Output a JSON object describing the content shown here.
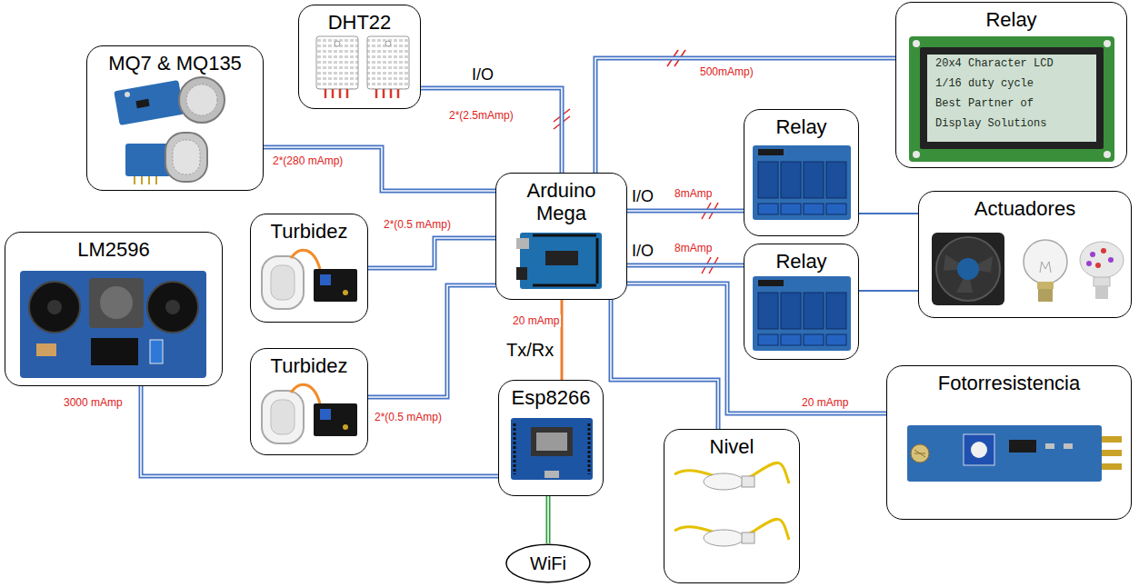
{
  "diagram": {
    "nodes": [
      {
        "text": [
          "MQ7 & MQ135"
        ]
      },
      {
        "text": [
          "DHT22"
        ]
      },
      {
        "text": [
          "Relay"
        ]
      },
      {
        "text": [
          "Relay"
        ]
      },
      {
        "text": [
          "Arduino Mega"
        ]
      },
      {
        "text": [
          "Actuadores"
        ]
      },
      {
        "text": [
          "Turbidez"
        ]
      },
      {
        "text": [
          "LM2596"
        ]
      },
      {
        "text": [
          "Relay"
        ]
      },
      {
        "text": [
          "Turbidez"
        ]
      },
      {
        "text": [
          "Fotorresistencia"
        ]
      },
      {
        "text": [
          "Esp8266"
        ]
      },
      {
        "text": [
          "Nivel"
        ]
      },
      {
        "text": [
          "WiFi"
        ]
      }
    ],
    "edges": [
      {
        "from": 0,
        "to": 4,
        "arrow": "none",
        "label": "2*(280 mAmp)"
      },
      {
        "from": 1,
        "to": 4,
        "arrow": "none",
        "label": "2*(2.5mAmp)"
      },
      {
        "from": 2,
        "to": 4,
        "arrow": "none",
        "label": "500mAmp)"
      },
      {
        "from": 4,
        "to": 3,
        "arrow": "none",
        "label": "8mAmp"
      },
      {
        "from": 4,
        "to": 8,
        "arrow": "none",
        "label": "8mAmp"
      },
      {
        "from": 3,
        "to": 5,
        "arrow": "none"
      },
      {
        "from": 8,
        "to": 5,
        "arrow": "none"
      },
      {
        "from": 6,
        "to": 4,
        "arrow": "none",
        "label": "2*(0.5 mAmp)"
      },
      {
        "from": 9,
        "to": 4,
        "arrow": "none",
        "label": "2*(0.5 mAmp)"
      },
      {
        "from": 4,
        "to": 11,
        "arrow": "none",
        "label": "20 mAmp"
      },
      {
        "from": 4,
        "to": 12,
        "arrow": "none"
      },
      {
        "from": 4,
        "to": 10,
        "arrow": "none",
        "label": "20 mAmp"
      },
      {
        "from": 7,
        "to": 11,
        "arrow": "none",
        "label": "3000 mAmp"
      },
      {
        "from": 11,
        "to": 13,
        "arrow": "none"
      }
    ],
    "labels": [
      "I/O",
      "I/O",
      "I/O",
      "Tx/Rx",
      "20x4 Character LCD",
      "1/16 duty cycle",
      "Best Partner of",
      "Display Solutions"
    ]
  }
}
